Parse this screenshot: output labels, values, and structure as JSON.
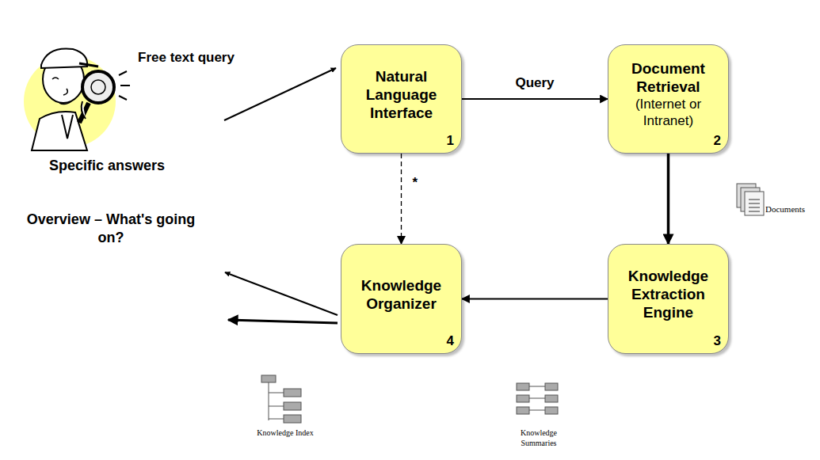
{
  "diagram": {
    "nodes": [
      {
        "text": [
          "Natural Language Interface",
          "1"
        ]
      },
      {
        "text": [
          "Document Retrieval",
          "(Internet or Intranet)",
          "2"
        ]
      },
      {
        "text": [
          "Knowledge Extraction Engine",
          "3"
        ]
      },
      {
        "text": [
          "Knowledge Organizer",
          "4"
        ]
      }
    ],
    "edges": [
      {
        "from": 0,
        "to": 1,
        "label": "Query",
        "arrow": "to"
      },
      {
        "from": 1,
        "to": 2,
        "arrow": "to"
      },
      {
        "from": 2,
        "to": 3,
        "arrow": "to"
      },
      {
        "from": 0,
        "to": 3,
        "label": "*",
        "arrow": "to"
      }
    ],
    "labels": [
      "Free text query",
      "Specific answers",
      "Overview – What's going on?",
      "Documents",
      "Knowledge Index",
      "Knowledge Summaries"
    ]
  }
}
